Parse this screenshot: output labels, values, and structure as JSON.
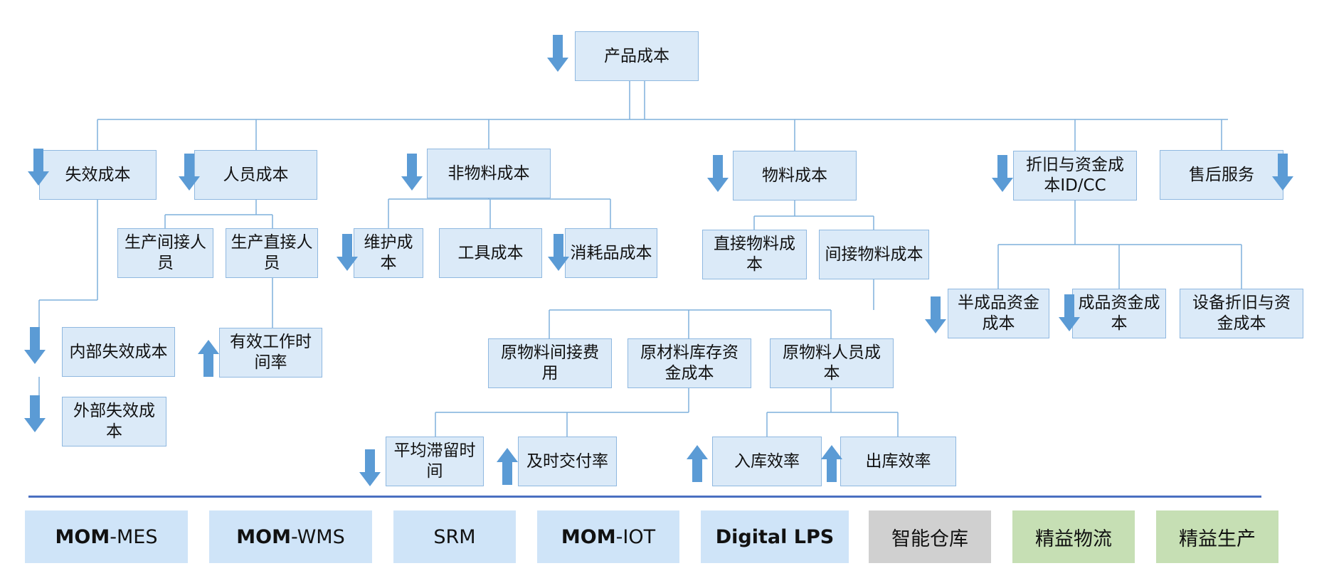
{
  "diagram": {
    "nodes": {
      "product_cost": "产品成本",
      "failure_cost": "失效成本",
      "personnel_cost": "人员成本",
      "non_material_cost": "非物料成本",
      "material_cost": "物料成本",
      "depreciation_capital_cost": "折旧与资金成本ID/CC",
      "after_sales_service": "售后服务",
      "indirect_production_staff": "生产间接人员",
      "direct_production_staff": "生产直接人员",
      "maintenance_cost": "维护成本",
      "tooling_cost": "工具成本",
      "consumables_cost": "消耗品成本",
      "direct_material_cost": "直接物料成本",
      "indirect_material_cost": "间接物料成本",
      "semi_finished_capital_cost": "半成品资金成本",
      "finished_goods_capital_cost": "成品资金成本",
      "equipment_depreciation_capital_cost": "设备折旧与资金成本",
      "internal_failure_cost": "内部失效成本",
      "external_failure_cost": "外部失效成本",
      "effective_work_time_rate": "有效工作时间率",
      "raw_material_indirect_expense": "原物料间接费用",
      "raw_material_inventory_capital_cost": "原材料库存资金成本",
      "raw_material_personnel_cost": "原物料人员成本",
      "average_dwell_time": "平均滞留时间",
      "on_time_delivery_rate": "及时交付率",
      "inbound_efficiency": "入库效率",
      "outbound_efficiency": "出库效率"
    },
    "arrows": {
      "product_cost": "down",
      "failure_cost": "down",
      "personnel_cost": "down",
      "non_material_cost": "down",
      "material_cost": "down",
      "depreciation_capital_cost": "down",
      "after_sales_service": "down",
      "maintenance_cost": "down",
      "consumables_cost": "down",
      "semi_finished_capital_cost": "down",
      "finished_goods_capital_cost": "down",
      "internal_failure_cost": "down",
      "external_failure_cost": "down",
      "effective_work_time_rate": "up",
      "average_dwell_time": "down",
      "on_time_delivery_rate": "up",
      "inbound_efficiency": "up",
      "outbound_efficiency": "up"
    }
  },
  "systems": [
    {
      "bold": "MOM",
      "text": "-MES",
      "bg": "#cfe4f8"
    },
    {
      "bold": "MOM",
      "text": "-WMS",
      "bg": "#cfe4f8"
    },
    {
      "bold": "",
      "text": "SRM",
      "bg": "#cfe4f8"
    },
    {
      "bold": "MOM",
      "text": "-IOT",
      "bg": "#cfe4f8"
    },
    {
      "bold": "Digital LPS",
      "text": "",
      "bg": "#cfe4f8"
    },
    {
      "bold": "",
      "text": "智能仓库",
      "bg": "#d0d0d0"
    },
    {
      "bold": "",
      "text": "精益物流",
      "bg": "#c6dfb4"
    },
    {
      "bold": "",
      "text": "精益生产",
      "bg": "#c6dfb4"
    }
  ],
  "colors": {
    "box_fill": "#dbeaf8",
    "box_border": "#8fb8e0",
    "connector": "#7fb0dc",
    "arrow": "#5b9bd5",
    "divider": "#4a6fc1"
  }
}
